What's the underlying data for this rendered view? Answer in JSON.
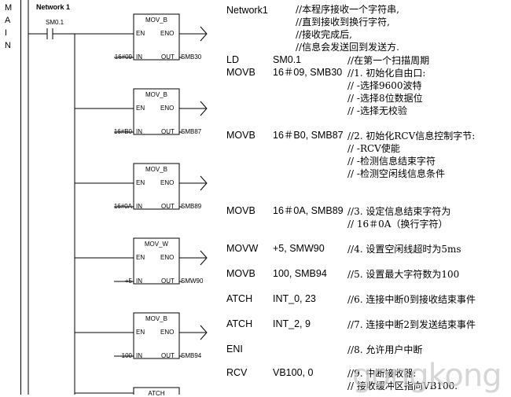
{
  "side": {
    "letters": [
      "M",
      "A",
      "I",
      "N"
    ]
  },
  "ladder": {
    "network_title": "Network 1",
    "contact_label": "SM0.1",
    "boxes": [
      {
        "name": "MOV_B",
        "en": "EN",
        "eno": "ENO",
        "in_label": "IN",
        "out_label": "OUT",
        "in_val": "16#09",
        "out_val": "SMB30"
      },
      {
        "name": "MOV_B",
        "en": "EN",
        "eno": "ENO",
        "in_label": "IN",
        "out_label": "OUT",
        "in_val": "16#B0",
        "out_val": "SMB87"
      },
      {
        "name": "MOV_B",
        "en": "EN",
        "eno": "ENO",
        "in_label": "IN",
        "out_label": "OUT",
        "in_val": "16#0A",
        "out_val": "SMB89"
      },
      {
        "name": "MOV_W",
        "en": "EN",
        "eno": "ENO",
        "in_label": "IN",
        "out_label": "OUT",
        "in_val": "+5",
        "out_val": "SMW90"
      },
      {
        "name": "MOV_B",
        "en": "EN",
        "eno": "ENO",
        "in_label": "IN",
        "out_label": "OUT",
        "in_val": "100",
        "out_val": "SMB94"
      },
      {
        "name": "ATCH",
        "en": "",
        "eno": "",
        "in_label": "",
        "out_label": "",
        "in_val": "",
        "out_val": ""
      }
    ]
  },
  "listing": {
    "network": "Network1",
    "header_comments": [
      "//本程序接收一个字符串,",
      "//直到接收到换行字符,",
      "//接收完成后,",
      "//信息会发送回到发送方."
    ],
    "lines": [
      {
        "op": "LD",
        "arg": "SM0.1",
        "comment": "//在第一个扫描周期"
      },
      {
        "op": "MOVB",
        "arg": "16＃09, SMB30",
        "comment": "//1. 初始化自由口:"
      },
      {
        "op": "",
        "arg": "",
        "comment": "//    -选择9600波特"
      },
      {
        "op": "",
        "arg": "",
        "comment": "//    -选择8位数据位"
      },
      {
        "op": "",
        "arg": "",
        "comment": "//    -选择无校验"
      },
      {
        "op": "MOVB",
        "arg": "16＃B0, SMB87",
        "comment": "//2. 初始化RCV信息控制字节:"
      },
      {
        "op": "",
        "arg": "",
        "comment": "//    -RCV使能"
      },
      {
        "op": "",
        "arg": "",
        "comment": "//    -检测信息结束字符"
      },
      {
        "op": "",
        "arg": "",
        "comment": "//    -检测空闲线信息条件"
      },
      {
        "op": "MOVB",
        "arg": "16＃0A, SMB89",
        "comment": "//3. 设定信息结束字符为"
      },
      {
        "op": "",
        "arg": "",
        "comment": "//    16＃0A（换行字符）"
      },
      {
        "op": "MOVW",
        "arg": "+5, SMW90",
        "comment": "//4. 设置空闲线超时为5ms"
      },
      {
        "op": "MOVB",
        "arg": "100, SMB94",
        "comment": "//5. 设置最大字符数为100"
      },
      {
        "op": "ATCH",
        "arg": "INT_0, 23",
        "comment": "//6. 连接中断0到接收结束事件"
      },
      {
        "op": "ATCH",
        "arg": "INT_2, 9",
        "comment": "//7. 连接中断2到发送结束事件"
      },
      {
        "op": "ENI",
        "arg": "",
        "comment": "//8. 允许用户中断"
      },
      {
        "op": "RCV",
        "arg": "VB100, 0",
        "comment": "//9. 中断接收器:"
      },
      {
        "op": "",
        "arg": "",
        "comment": "//    接收缓冲区指向VB100."
      }
    ]
  },
  "watermark": "gongkong"
}
